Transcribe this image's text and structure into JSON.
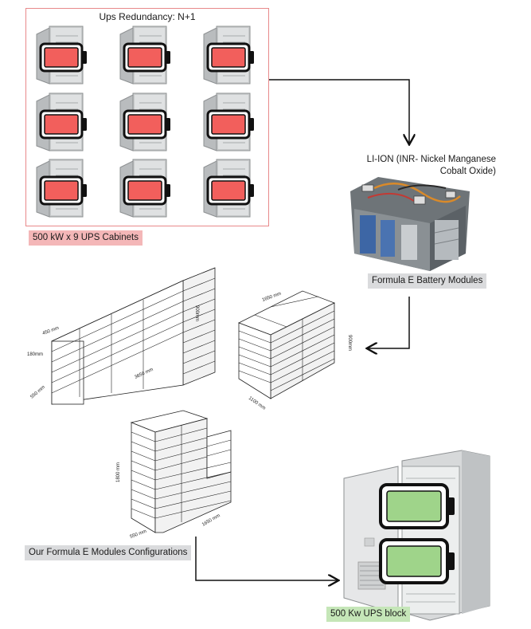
{
  "ups_group": {
    "title": "Ups Redundancy: N+1",
    "caption": "500 kW x 9 UPS Cabinets",
    "cabinet_count": 9,
    "battery_fill_color": "#f25f5c",
    "frame_color": "#e8898a"
  },
  "module_block": {
    "chemistry_line1": "LI-ION (INR- Nickel Manganese",
    "chemistry_line2": "Cobalt Oxide)",
    "caption": "Formula E Battery  Modules",
    "photo_icon": "battery-module-photo"
  },
  "configurations": {
    "caption": "Our Formula E Modules Configurations",
    "config1": {
      "height": "900mm",
      "depth": "450 mm",
      "module_h": "180mm",
      "length": "3650 mm",
      "width": "550 mm"
    },
    "config2": {
      "length": "1650 mm",
      "height": "900mm",
      "width": "1100 mm"
    },
    "config3": {
      "height": "1800 mm",
      "width": "550 mm",
      "length": "1650 mm"
    }
  },
  "output_block": {
    "caption": "500 Kw UPS block",
    "battery_fill_color": "#9fd48a"
  }
}
